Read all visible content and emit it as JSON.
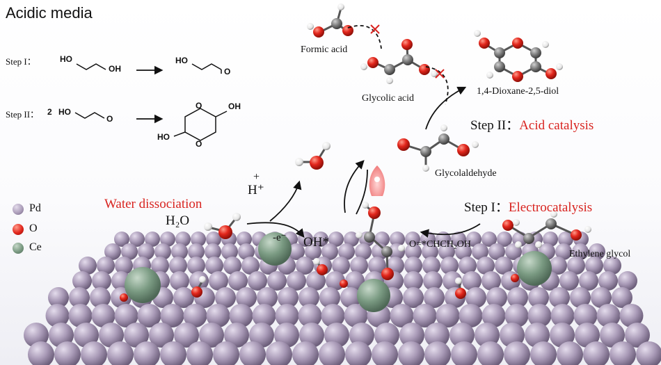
{
  "title": "Acidic media",
  "steps_left": {
    "step1_label": "Step I：",
    "step2_label": "Step II：",
    "ho": "HO",
    "oh": "OH",
    "coeff": "2"
  },
  "molecules": {
    "formic_acid": "Formic acid",
    "glycolic_acid": "Glycolic acid",
    "dioxane": "1,4-Dioxane-2,5-diol",
    "glycolaldehyde": "Glycolaldehyde",
    "ethylene_glycol": "Ethylene glycol"
  },
  "process": {
    "step2_prefix": "Step II：",
    "step2_name": "Acid catalysis",
    "step1_prefix": "Step I：",
    "step1_name": "Electrocatalysis",
    "water_dissociation": "Water dissociation",
    "h2o": "H₂O",
    "h_plus": "H⁺",
    "plus": "+",
    "e_minus": "-e⁻",
    "oh_star": "OH*",
    "intermediate": "O=*CHCH₂OH"
  },
  "legend": [
    {
      "label": "Pd",
      "color": "#a899b6"
    },
    {
      "label": "O",
      "color": "#e2261c"
    },
    {
      "label": "Ce",
      "color": "#6f8f78"
    }
  ],
  "colors": {
    "pd": "#a899b6",
    "oxygen": "#e2261c",
    "ce": "#7a9a82",
    "carbon": "#7c7c7c",
    "hydrogen": "#f2f2f2",
    "accent_red": "#d8231f"
  }
}
